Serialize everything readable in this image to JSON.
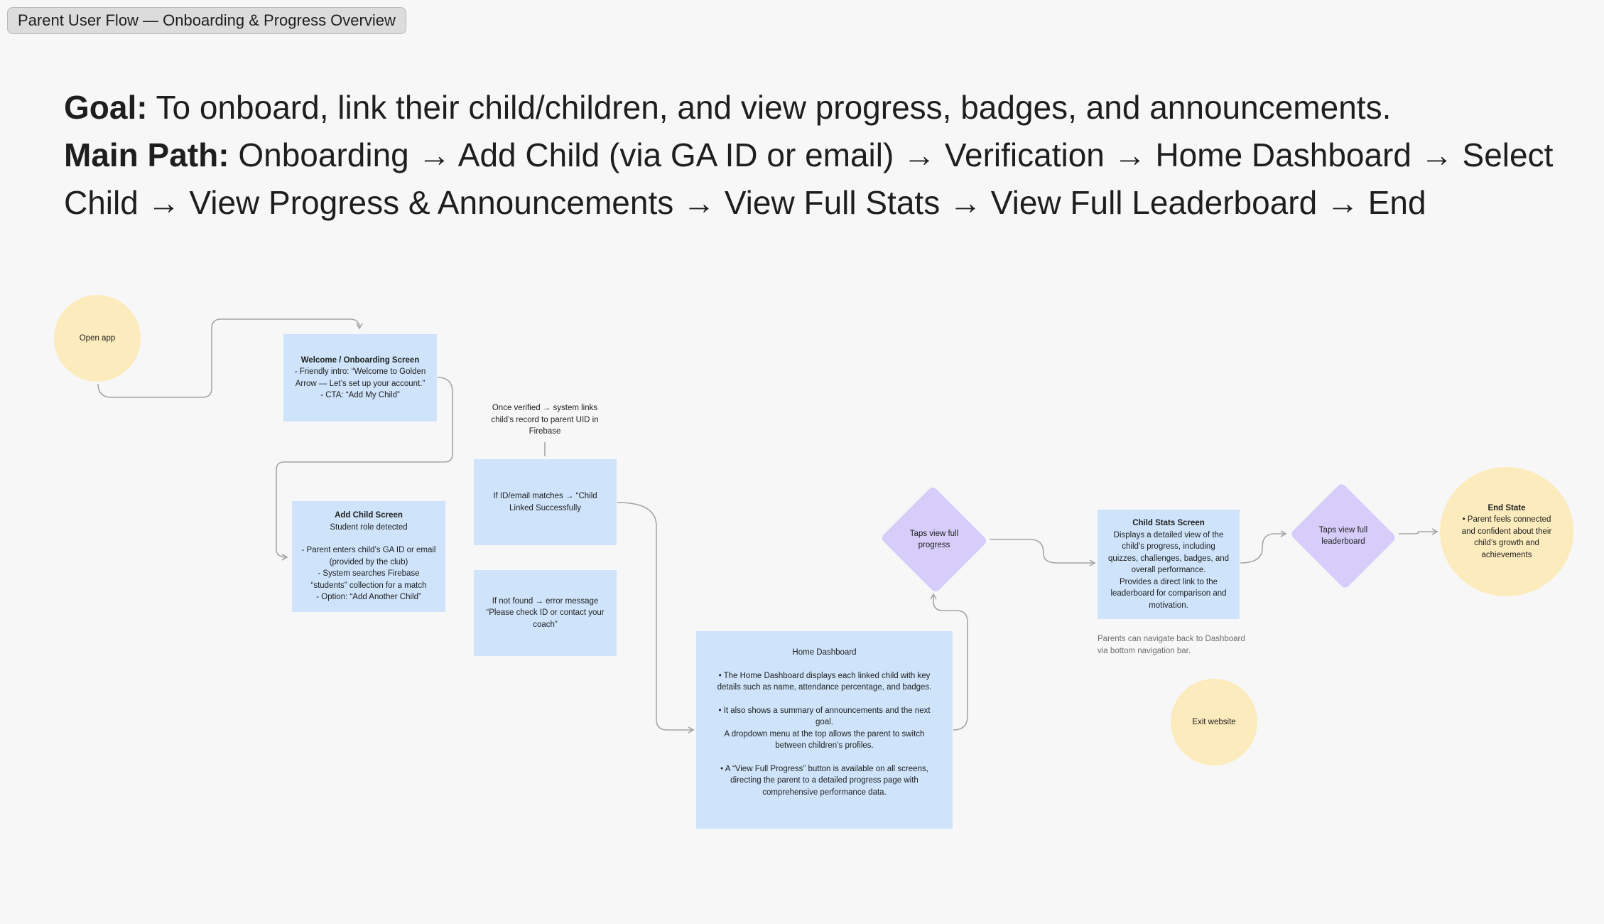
{
  "frame": {
    "title": "Parent User Flow — Onboarding & Progress Overview"
  },
  "header": {
    "goal_label": "Goal:",
    "goal_text": " To onboard, link their child/children, and view progress, badges, and announcements.",
    "path_label": "Main Path:",
    "path_text": " Onboarding → Add Child (via GA ID or email) → Verification → Home Dashboard → Select Child → View Progress & Announcements → View Full Stats → View Full Leaderboard → End"
  },
  "nodes": {
    "open_app": "Open app",
    "welcome": {
      "title": "Welcome / Onboarding Screen",
      "body": "- Friendly intro: “Welcome to Golden Arrow — Let’s set up your account.”\n- CTA: “Add My Child”"
    },
    "add_child": {
      "title": "Add Child Screen",
      "subtitle": "Student role detected",
      "body": "- Parent enters child’s GA ID or email (provided by the club)\n- System searches Firebase “students” collection for a match\n- Option: “Add Another Child”"
    },
    "verified_note": "Once verified → system links child’s record to parent UID in Firebase",
    "match": "If ID/email matches → “Child Linked Successfully",
    "not_found": "If not found → error message “Please check ID or contact your coach”",
    "home": {
      "title": "Home Dashboard",
      "bullet1": "The Home Dashboard displays each linked child with key details such as name, attendance percentage, and badges.",
      "bullet2": "It also shows a summary of announcements and the next goal.",
      "bullet2_extra": "A dropdown menu at the top allows the parent to switch between children’s profiles.",
      "bullet3": "A “View Full Progress” button is available on all screens, directing the parent to a detailed progress page with comprehensive performance data."
    },
    "taps_progress": "Taps view full progress",
    "stats": {
      "title": "Child Stats Screen",
      "body": "Displays a detailed view of the child’s progress, including quizzes, challenges, badges, and overall performance.\nProvides a direct link to the leaderboard for comparison and motivation."
    },
    "nav_note": "Parents can navigate back to Dashboard via bottom navigation bar.",
    "taps_leaderboard": "Taps view full leaderboard",
    "end": {
      "title": "End State",
      "body": "Parent feels connected and confident about their child’s growth and achievements"
    },
    "exit": "Exit website"
  },
  "colors": {
    "circle": "#fcebbd",
    "box": "#cfe4fb",
    "diamond": "#d6cdfa",
    "connector": "#a6a6a6"
  }
}
